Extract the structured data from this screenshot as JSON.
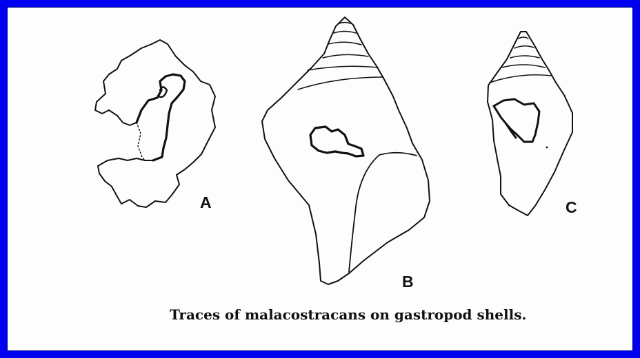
{
  "figure": {
    "labels": {
      "a": "A",
      "b": "B",
      "c": "C"
    },
    "caption": "Traces of malacostracans on gastropod shells."
  },
  "colors": {
    "border": "#0000f0",
    "background": "#fdfdfd",
    "ink": "#111111"
  }
}
